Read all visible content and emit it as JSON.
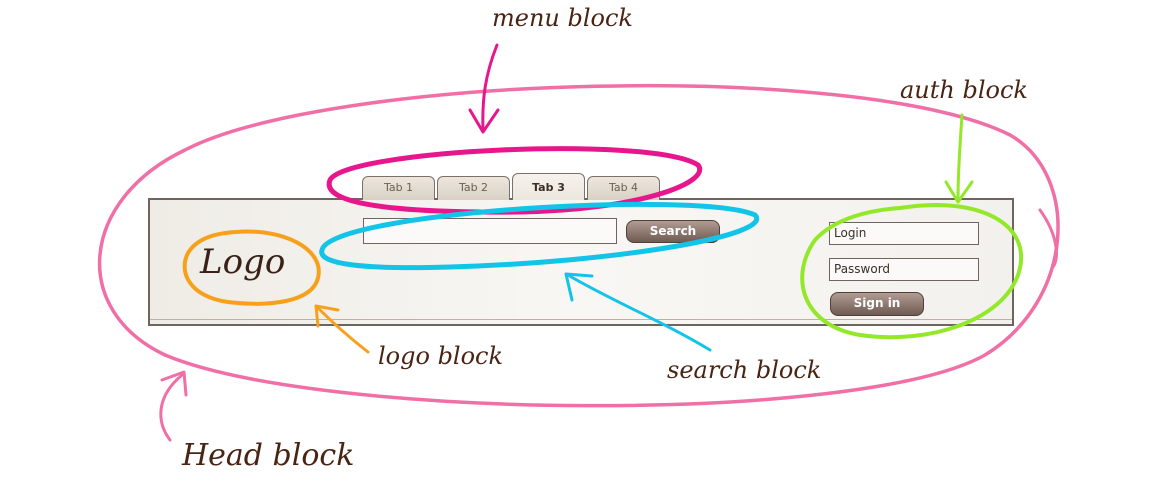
{
  "annotations": {
    "menu_block": "menu block",
    "auth_block": "auth block",
    "logo_block": "logo block",
    "search_block": "search block",
    "head_block": "Head block"
  },
  "colors": {
    "head_block": "#f06fa6",
    "menu_block": "#e8168c",
    "search_block": "#12c4e8",
    "logo_block": "#f7a01c",
    "auth_block": "#93e82a",
    "label_text": "#4a2413"
  },
  "mockup": {
    "tabs": [
      "Tab 1",
      "Tab 2",
      "Tab 3",
      "Tab 4"
    ],
    "active_tab_index": 2,
    "search_button": "Search",
    "search_value": "",
    "logo": "Logo",
    "login_value": "Login",
    "password_value": "Password",
    "signin_button": "Sign in"
  }
}
